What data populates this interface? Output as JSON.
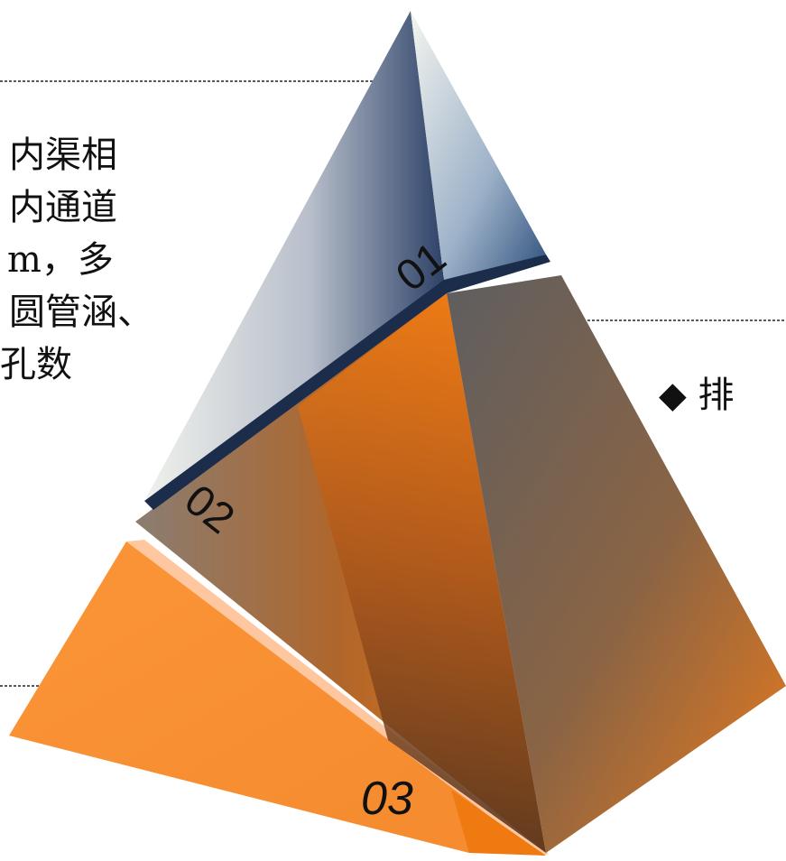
{
  "diagram": {
    "left_text_lines": [
      "内渠相",
      "内通道",
      "m，多",
      "圆管涵、",
      "孔数"
    ],
    "right_text": "◆ 排",
    "layers": [
      {
        "id": "01",
        "label": "01"
      },
      {
        "id": "02",
        "label": "02"
      },
      {
        "id": "03",
        "label": "03"
      }
    ],
    "colors": {
      "top_dark": "#2b3f63",
      "top_light": "#eef0ec",
      "middle_orange": "#ef7a14",
      "middle_gray": "#6c6a68",
      "bottom_orange": "#f7923a",
      "edge_navy": "#1a2a45"
    }
  }
}
